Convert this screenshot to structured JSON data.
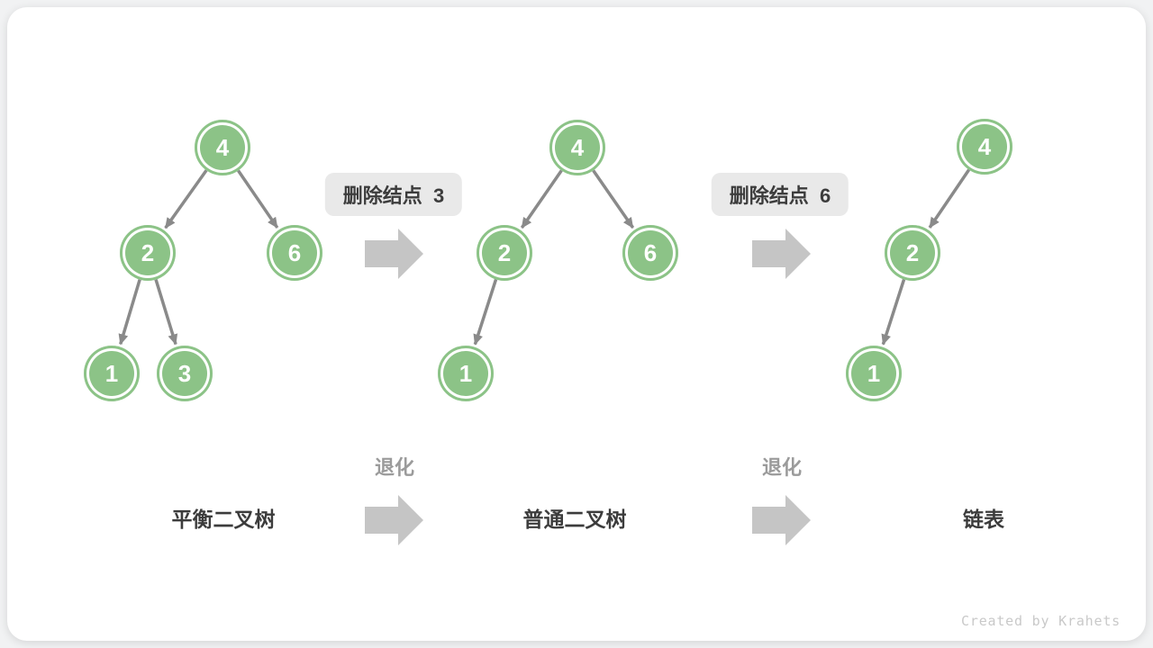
{
  "badges": [
    "删除结点  3",
    "删除结点  6"
  ],
  "degrade_labels": [
    "退化",
    "退化"
  ],
  "trees": [
    {
      "name": "平衡二叉树",
      "nodes": [
        "4",
        "2",
        "6",
        "1",
        "3"
      ],
      "edges": [
        [
          0,
          1
        ],
        [
          0,
          2
        ],
        [
          1,
          3
        ],
        [
          1,
          4
        ]
      ]
    },
    {
      "name": "普通二叉树",
      "nodes": [
        "4",
        "2",
        "6",
        "1"
      ],
      "edges": [
        [
          0,
          1
        ],
        [
          0,
          2
        ],
        [
          1,
          3
        ]
      ]
    },
    {
      "name": "链表",
      "nodes": [
        "4",
        "2",
        "1"
      ],
      "edges": [
        [
          0,
          1
        ],
        [
          1,
          2
        ]
      ]
    }
  ],
  "watermark": "Created by Krahets",
  "colors": {
    "node_fill": "#8CC387",
    "edge": "#8A8A8A",
    "block_arrow": "#C5C5C5",
    "badge_bg": "#E9E9E9",
    "text_dark": "#3C3C3C",
    "degrade_gray": "#9B9B9B",
    "watermark_gray": "#C9C9C9",
    "card_bg": "#FFFFFF",
    "page_bg": "#F1F2F3"
  }
}
